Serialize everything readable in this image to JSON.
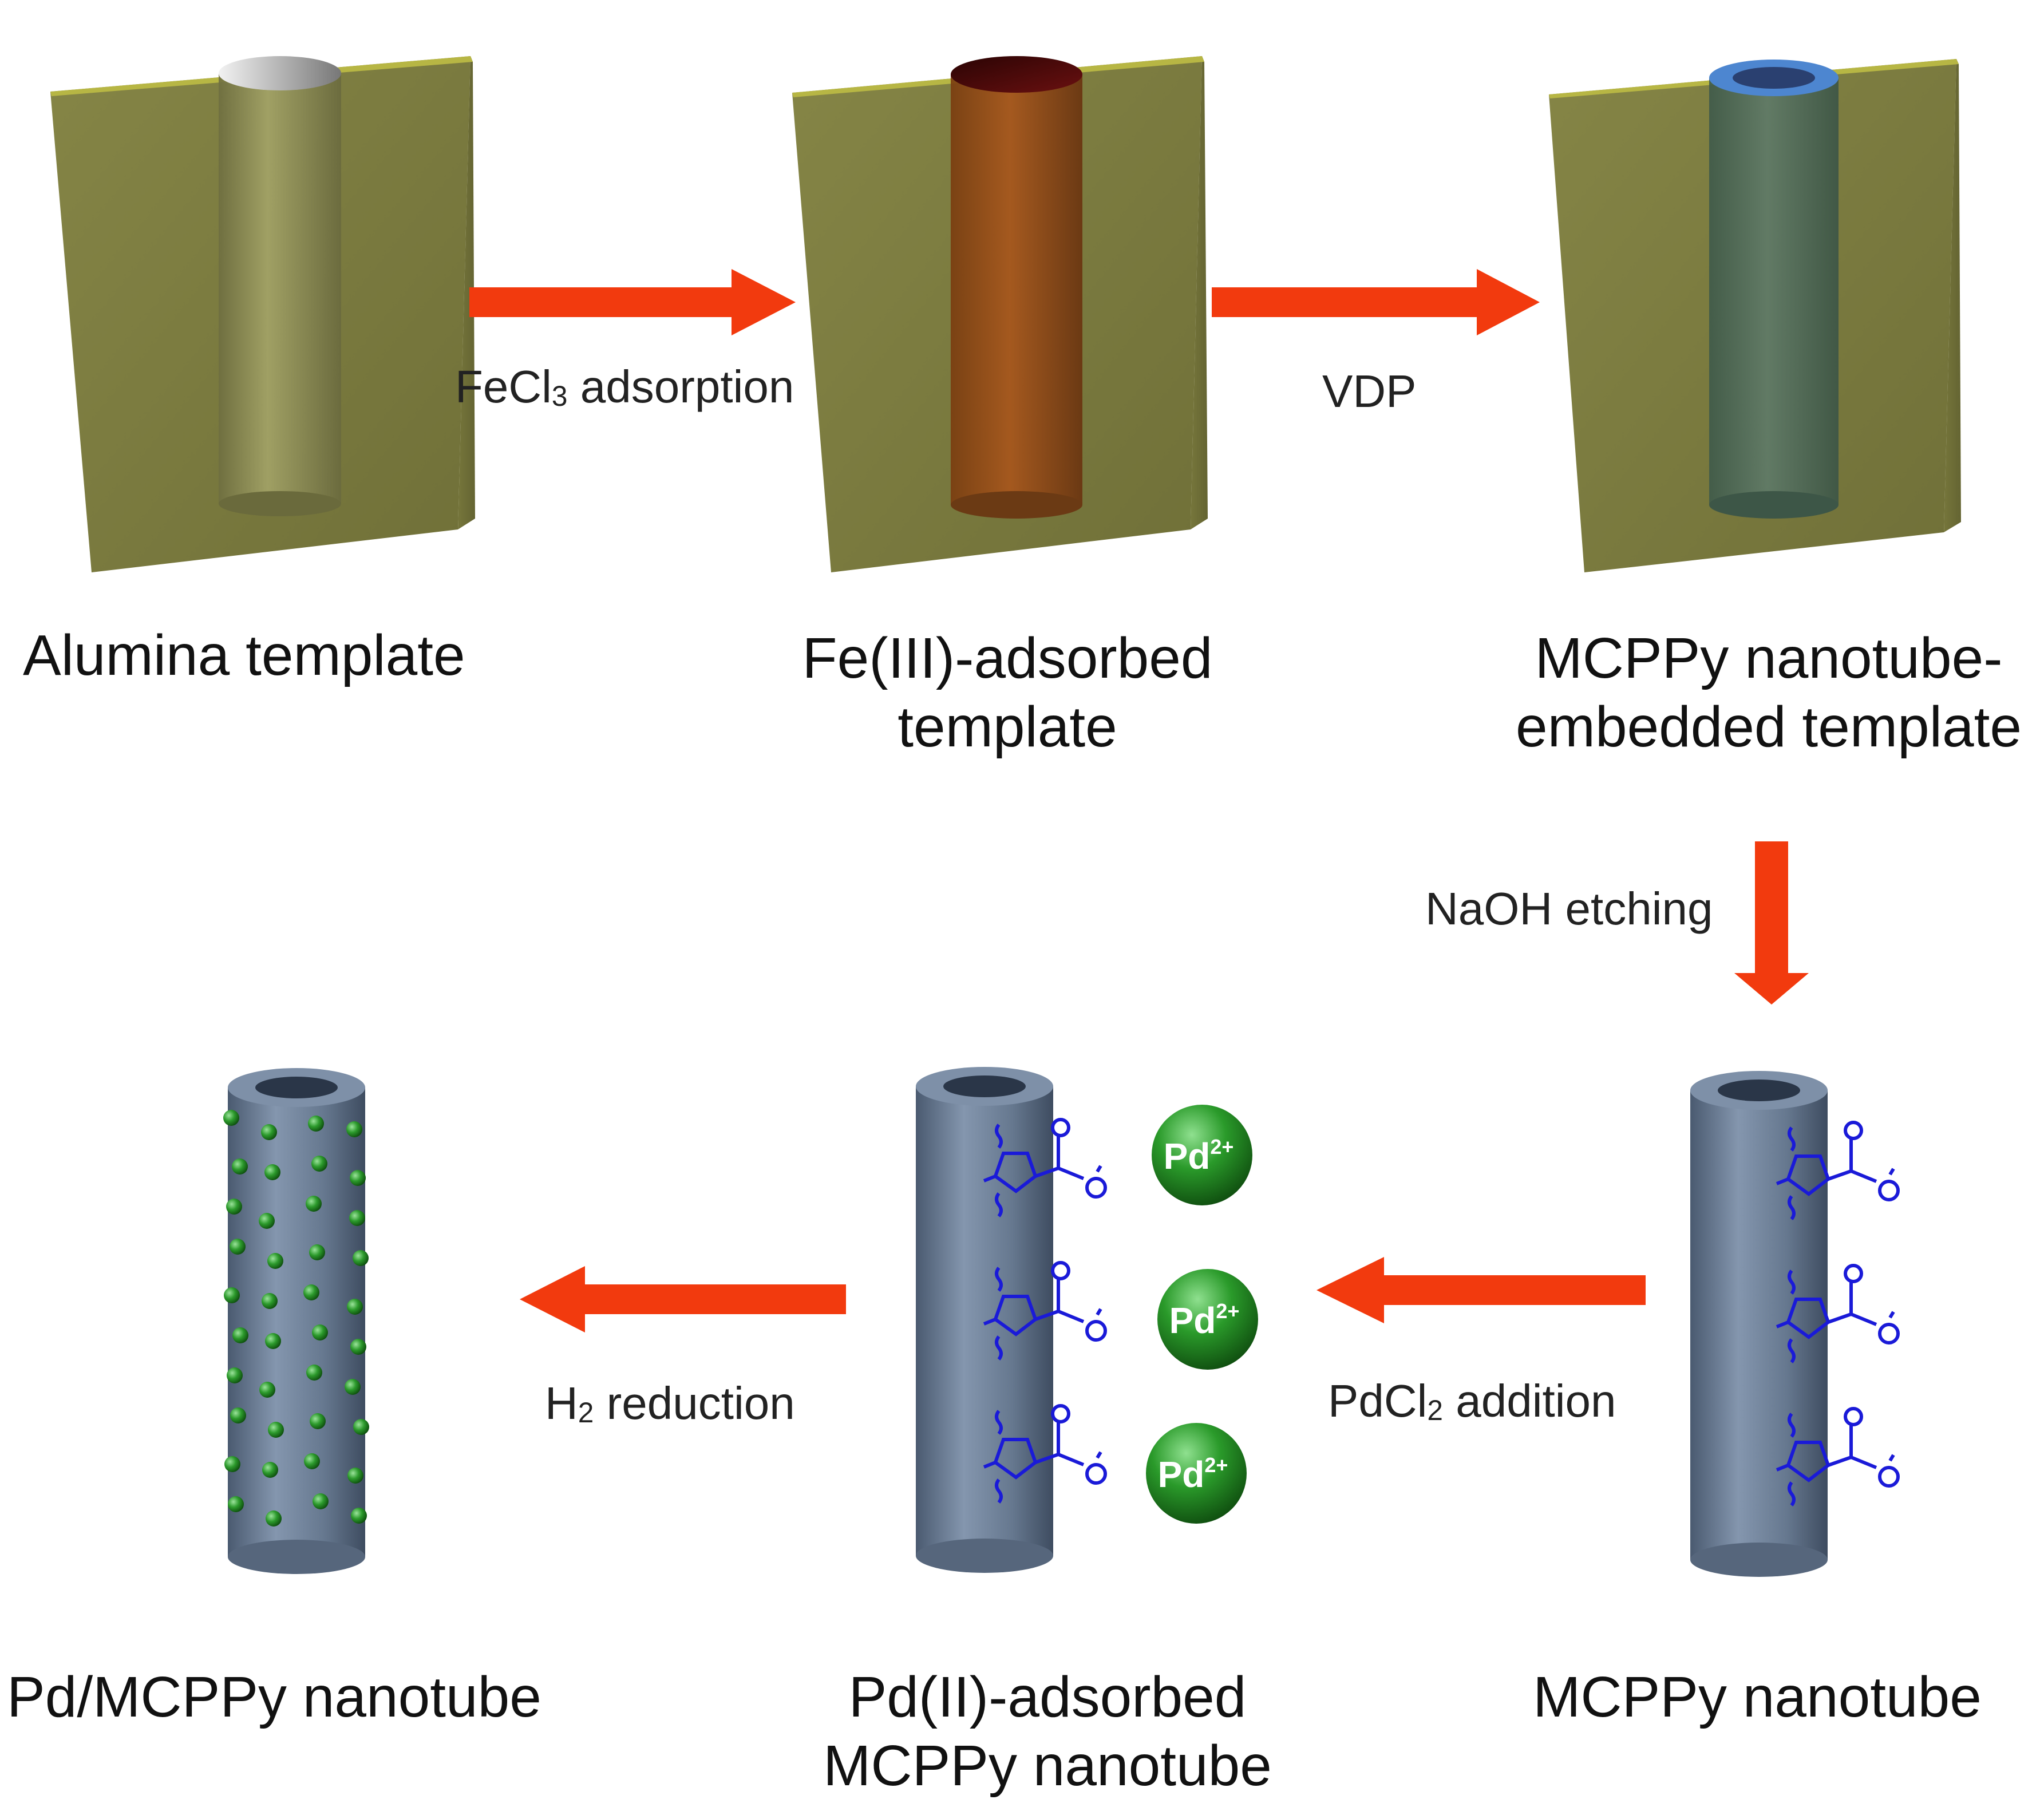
{
  "stages": {
    "alumina": "Alumina template",
    "fe_adsorbed_line1": "Fe(III)-adsorbed",
    "fe_adsorbed_line2": "template",
    "embedded_line1": "MCPPy nanotube-",
    "embedded_line2": "embedded template",
    "mcppy": "MCPPy nanotube",
    "pd_adsorbed_line1": "Pd(II)-adsorbed",
    "pd_adsorbed_line2": "MCPPy nanotube",
    "pd_mcppy": "Pd/MCPPy nanotube"
  },
  "steps": {
    "fecl3_main": "FeCl",
    "fecl3_sub": "3",
    "fecl3_rest": " adsorption",
    "vdp": "VDP",
    "naoh": "NaOH etching",
    "pdcl2_main": "PdCl",
    "pdcl2_sub": "2",
    "pdcl2_rest": " addition",
    "h2_main": "H",
    "h2_sub": "2",
    "h2_rest": " reduction"
  },
  "ion": {
    "symbol": "Pd",
    "charge": "2+"
  },
  "colors": {
    "arrow": "#f23a0e",
    "template_front": "#7d7d42",
    "template_top": "#b7b644",
    "template_side": "#6e6e38",
    "nanotube": "#6b7d96",
    "polymer": "#1a1ad8",
    "pd_sphere": "#2f9a2f"
  }
}
